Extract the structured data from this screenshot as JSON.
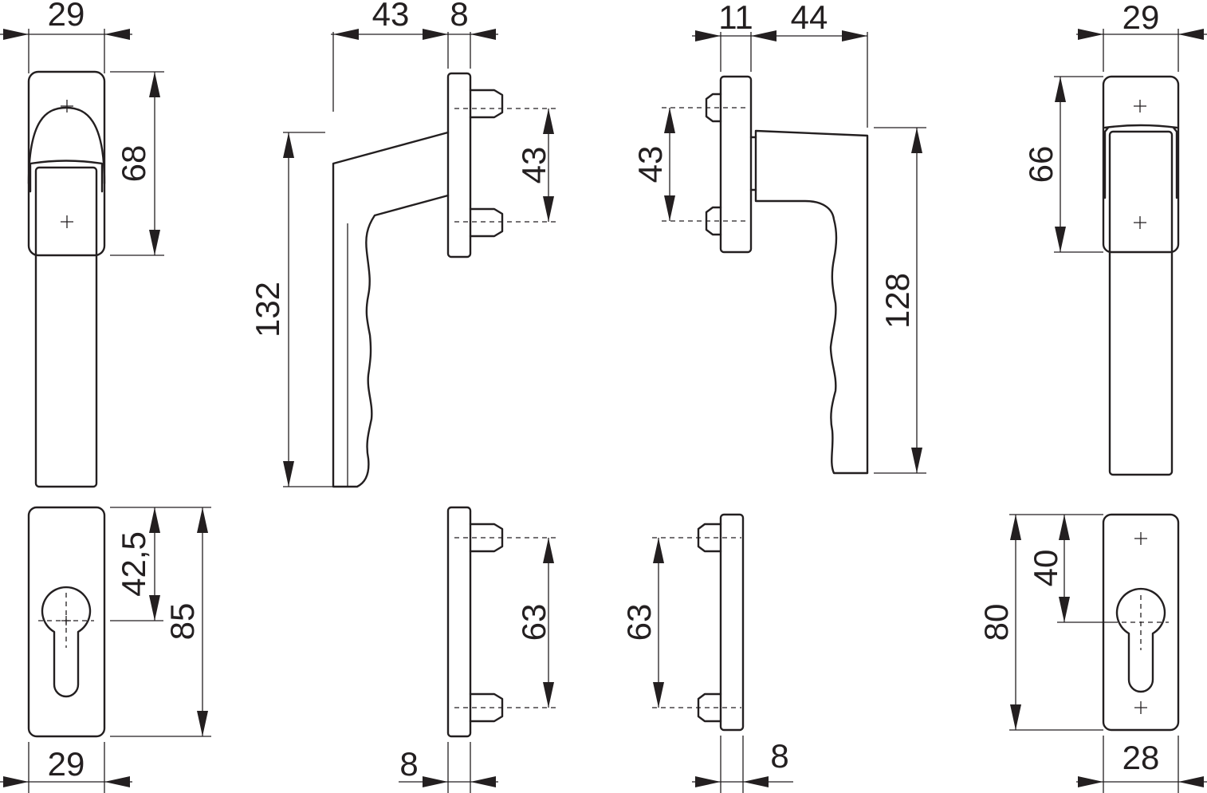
{
  "dimensions": {
    "handle_front_left_width": "29",
    "handle_front_left_hole_spacing": "68",
    "handle_side_projection": "43",
    "handle_side_base_depth": "8",
    "handle_side_hole_spacing": "43",
    "handle_side_height": "132",
    "handle_side_right_base_depth": "11",
    "handle_side_right_projection": "44",
    "handle_side_right_hole_spacing": "43",
    "handle_side_right_height": "128",
    "handle_front_right_width": "29",
    "handle_front_right_hole_spacing": "66",
    "escutcheon_left_cylinder_center": "42,5",
    "escutcheon_left_height": "85",
    "escutcheon_left_width": "29",
    "base_plate_left_hole_spacing": "63",
    "base_plate_left_depth": "8",
    "base_plate_right_hole_spacing": "63",
    "base_plate_right_depth": "8",
    "escutcheon_right_cylinder_center": "40",
    "escutcheon_right_height": "80",
    "escutcheon_right_width": "28"
  }
}
